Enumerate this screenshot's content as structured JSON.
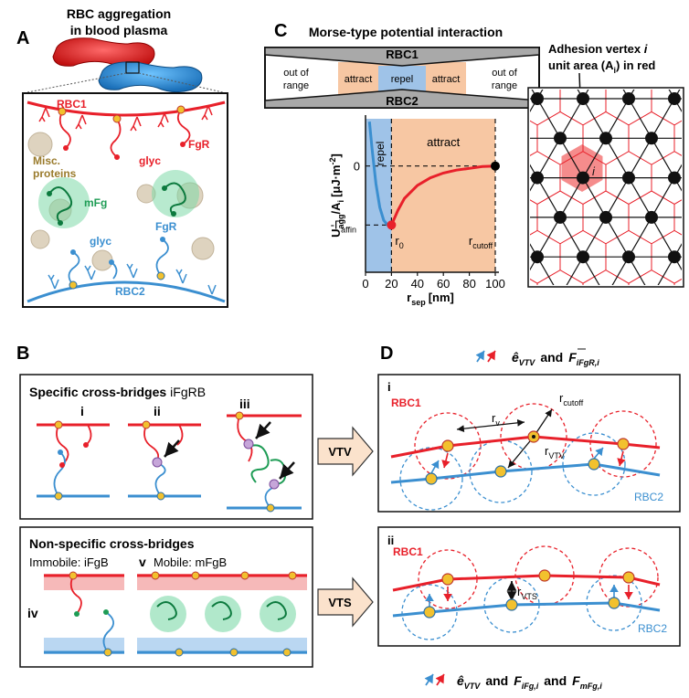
{
  "panels": {
    "A": "A",
    "B": "B",
    "C": "C",
    "D": "D"
  },
  "A": {
    "title_line1": "RBC aggregation",
    "title_line2": "in blood plasma",
    "rbc1": "RBC1",
    "rbc2": "RBC2",
    "misc_line1": "Misc.",
    "misc_line2": "proteins",
    "mfg": "mFg",
    "glyc_top": "glyc",
    "glyc_bottom": "glyc",
    "fgr_top": "FgR",
    "fgr_bottom": "FgR"
  },
  "C": {
    "title": "Morse-type potential interaction",
    "schematic": {
      "rbc1": "RBC1",
      "rbc2": "RBC2",
      "out1_line1": "out of",
      "out1_line2": "range",
      "out2_line1": "out of",
      "out2_line2": "range",
      "attract1": "attract",
      "repel": "repel",
      "attract2": "attract"
    },
    "chart_data": {
      "type": "line",
      "xlabel_main": "r",
      "xlabel_sub": "sep",
      "xlabel_unit": "[nm]",
      "ylabel": "U",
      "ylabel_sub": "agg",
      "ylabel_rest": "/A",
      "ylabel_sub2": "i",
      "ylabel_unit": "[μJ·m",
      "ylabel_exp": "-2",
      "ylabel_close": "]",
      "x_ticks": [
        0,
        20,
        40,
        60,
        80,
        100
      ],
      "x_tick_labels": [
        "0",
        "20",
        "40",
        "60",
        "80",
        "100"
      ],
      "xlim": [
        0,
        100
      ],
      "y_tick_zero": "0",
      "y_tick_gamma": "-Γ",
      "y_tick_gamma_sub": "affin",
      "ylim": [
        -1.8,
        0.8
      ],
      "repel_label": "repel",
      "attract_label": "attract",
      "r0_label": "r",
      "r0_sub": "0",
      "rcut_label": "r",
      "rcut_sub": "cutoff",
      "r0": 20,
      "rcutoff": 100,
      "series": [
        {
          "x": [
            3,
            5,
            8,
            11,
            14,
            17,
            20
          ],
          "y": [
            0.75,
            0.3,
            -0.3,
            -0.7,
            -0.92,
            -1.0,
            -1.0
          ]
        },
        {
          "x": [
            20,
            25,
            30,
            40,
            50,
            60,
            70,
            80,
            90,
            100
          ],
          "y": [
            -1.0,
            -0.75,
            -0.55,
            -0.33,
            -0.2,
            -0.12,
            -0.07,
            -0.04,
            -0.01,
            0
          ]
        }
      ],
      "markers": [
        {
          "x": 20,
          "y": -1.0,
          "color": "#e8202a"
        },
        {
          "x": 100,
          "y": 0,
          "color": "#000000"
        }
      ]
    }
  },
  "mesh": {
    "title_line1": "Adhesion vertex ",
    "title_italic": "i",
    "title_line2": "unit area (A",
    "title_sub": "i",
    "title_line2_end": ") in red",
    "vertex_label": "i"
  },
  "B": {
    "specific_title": "Specific cross-bridges",
    "specific_abbr": "iFgRB",
    "i": "i",
    "ii": "ii",
    "iii": "iii",
    "nonspecific_title": "Non-specific cross-bridges",
    "immobile": "Immobile: iFgB",
    "iv": "iv",
    "v": "v",
    "mobile": "Mobile: mFgB"
  },
  "arrows": {
    "vtv": "VTV",
    "vts": "VTS"
  },
  "D": {
    "legend_top_e": "ê",
    "legend_top_e_sub": "VTV",
    "legend_top_and": "and",
    "legend_top_F": "F",
    "legend_top_F_sub": "iFgR,i",
    "i": "i",
    "ii": "ii",
    "rbc1_i": "RBC1",
    "rbc2_i": "RBC2",
    "rbc1_ii": "RBC1",
    "rbc2_ii": "RBC2",
    "rcutoff": "r",
    "rcutoff_sub": "cutoff",
    "rv": "r",
    "rv_sub": "v",
    "rvtv": "r",
    "rvtv_sub": "VTV",
    "rvts": "r",
    "rvts_sub": "VTS",
    "legend_bot_e": "ê",
    "legend_bot_e_sub": "VTV",
    "legend_bot_and1": "and",
    "legend_bot_F1": "F",
    "legend_bot_F1_sub": "iFg,i",
    "legend_bot_and2": "and",
    "legend_bot_F2": "F",
    "legend_bot_F2_sub": "mFg,i"
  },
  "colors": {
    "red": "#e8202a",
    "blue": "#3b8fd0",
    "green": "#1e9c55",
    "tan": "#c8b89a",
    "repel_bg": "#9fc3e8",
    "attract_bg": "#f7c7a3"
  }
}
